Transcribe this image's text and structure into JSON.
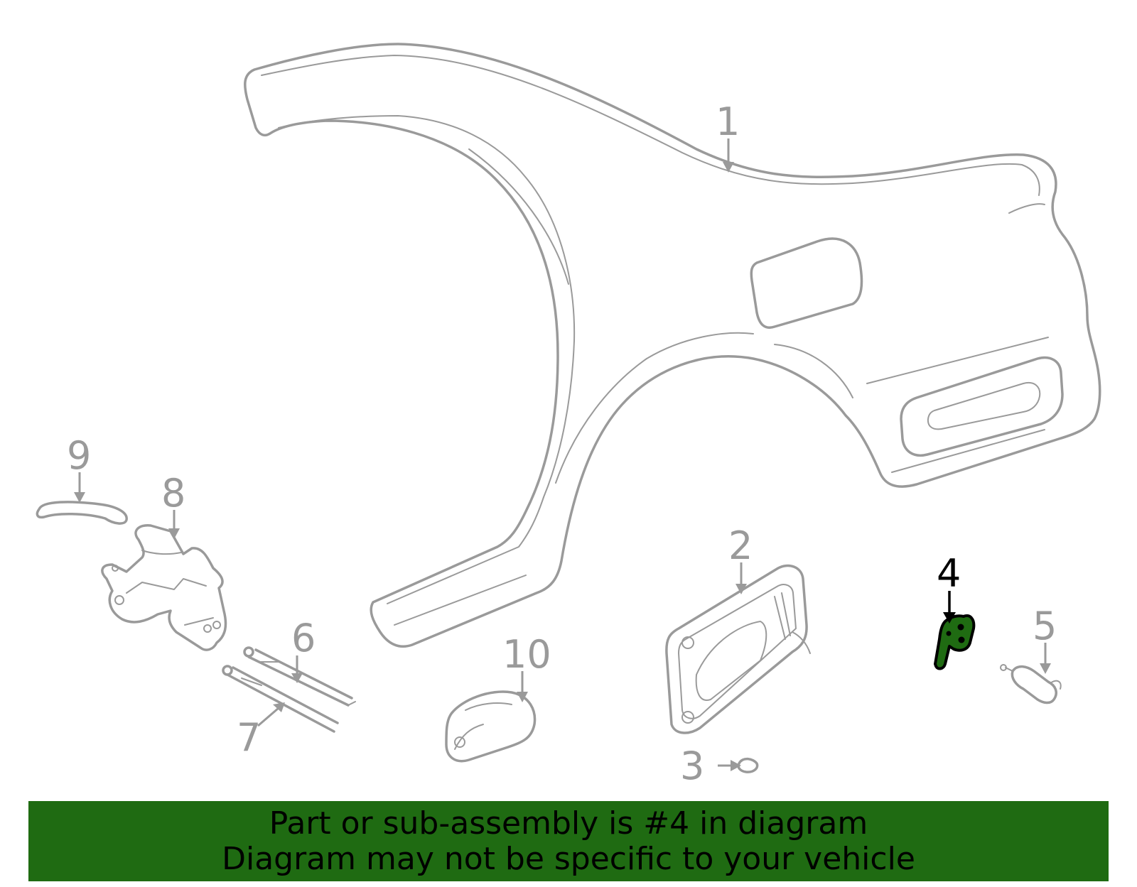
{
  "colors": {
    "line": "#9a9a9a",
    "highlight_fill": "#1f6b12",
    "banner_background": "#1f6b12",
    "active_callout": "#000000"
  },
  "callouts": [
    {
      "id": "1",
      "label": "1",
      "active": false
    },
    {
      "id": "2",
      "label": "2",
      "active": false
    },
    {
      "id": "3",
      "label": "3",
      "active": false
    },
    {
      "id": "4",
      "label": "4",
      "active": true
    },
    {
      "id": "5",
      "label": "5",
      "active": false
    },
    {
      "id": "6",
      "label": "6",
      "active": false
    },
    {
      "id": "7",
      "label": "7",
      "active": false
    },
    {
      "id": "8",
      "label": "8",
      "active": false
    },
    {
      "id": "9",
      "label": "9",
      "active": false
    },
    {
      "id": "10",
      "label": "10",
      "active": false
    }
  ],
  "banner": {
    "line1": "Part or sub-assembly is #4 in diagram",
    "line2": "Diagram may not be specific to your vehicle"
  }
}
